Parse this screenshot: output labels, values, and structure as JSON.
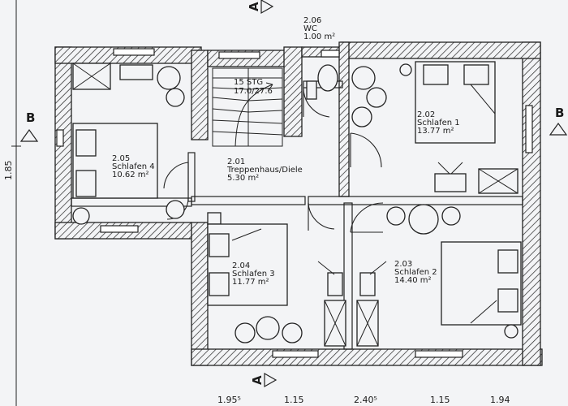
{
  "rooms": [
    {
      "id": "2.06",
      "name": "WC",
      "area": "1.00 m²"
    },
    {
      "id": "2.02",
      "name": "Schlafen 1",
      "area": "13.77 m²"
    },
    {
      "id": "2.05",
      "name": "Schlafen 4",
      "area": "10.62 m²"
    },
    {
      "id": "2.01",
      "name": "Treppenhaus/Diele",
      "area": "5.30 m²"
    },
    {
      "id": "2.04",
      "name": "Schlafen 3",
      "area": "11.77 m²"
    },
    {
      "id": "2.03",
      "name": "Schlafen 2",
      "area": "14.40 m²"
    }
  ],
  "stair": {
    "steps": "15 STG",
    "ratio": "17.0/27.6"
  },
  "section_marks": {
    "a": "A",
    "b": "B"
  },
  "dimensions": {
    "left": "1.85",
    "bottom": [
      "1.95⁵",
      "1.15",
      "2.40⁵",
      "1.15",
      "1.94"
    ]
  }
}
